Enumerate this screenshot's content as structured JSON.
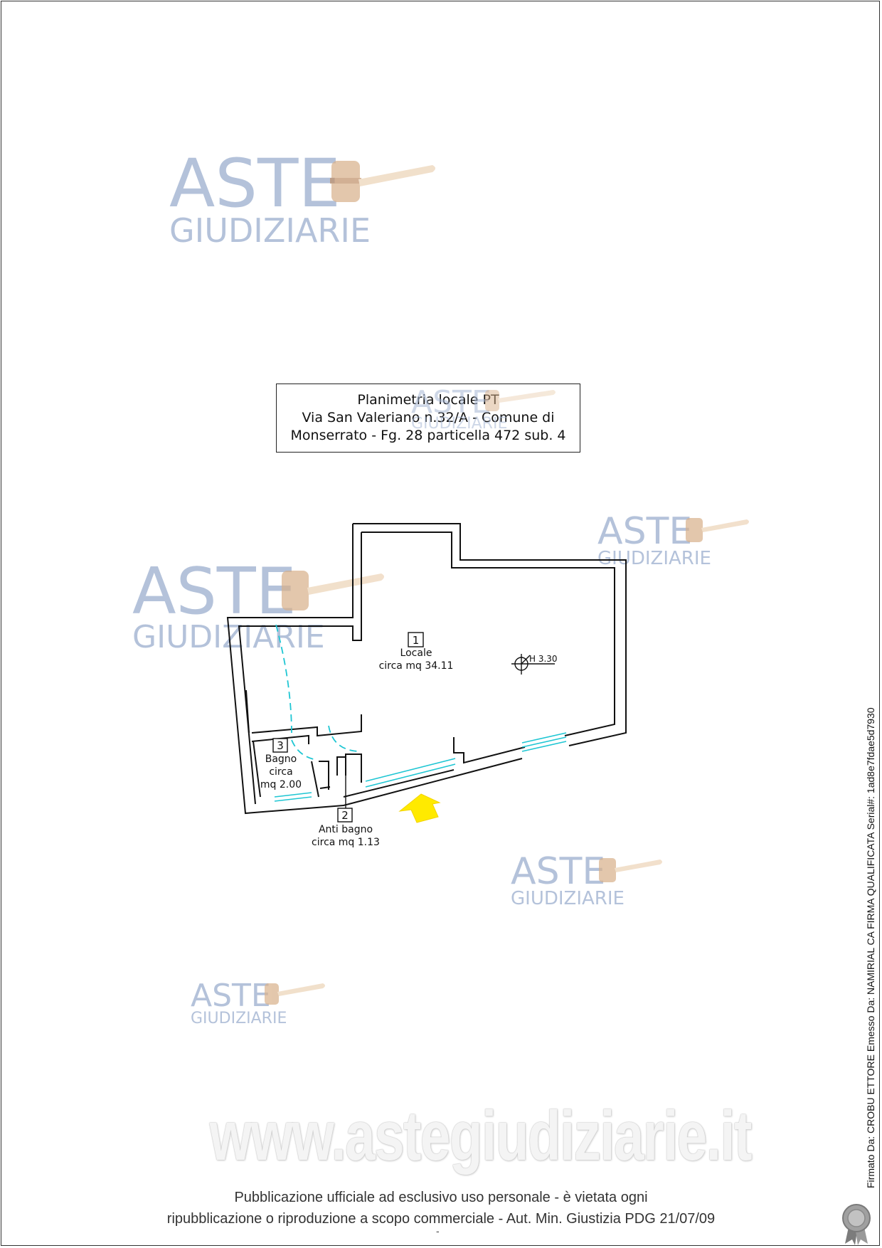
{
  "watermark": {
    "line1": "ASTE",
    "line2": "GIUDIZIARIE",
    "logo": "gavel-icon"
  },
  "title_box": {
    "line1": "Planimetria locale PT",
    "line2": "Via San Valeriano n.32/A - Comune di",
    "line3": "Monserrato - Fg. 28 particella 472 sub. 4"
  },
  "rooms": [
    {
      "number": "1",
      "name": "Locale",
      "area": "circa mq 34.11"
    },
    {
      "number": "2",
      "name": "Anti bagno",
      "area": "circa mq 1.13"
    },
    {
      "number": "3",
      "name": "Bagno",
      "name2": "circa",
      "area": "mq 2.00"
    }
  ],
  "height_marker": "H 3.30",
  "entrance_arrow": {
    "icon": "entrance-arrow-icon",
    "color": "#ffea00"
  },
  "colors": {
    "walls": "#111111",
    "doors_windows": "#1fc6d3",
    "watermark": "#9fb3d1"
  },
  "site_url": "www.astegiudiziarie.it",
  "footer": {
    "line1": "Pubblicazione ufficiale ad esclusivo uso personale - è vietata ogni",
    "line2": "ripubblicazione o riproduzione a scopo commerciale - Aut. Min. Giustizia PDG 21/07/09",
    "dash": "-"
  },
  "signature": "Firmato Da: CROBU ETTORE Emesso Da: NAMIRIAL CA FIRMA QUALIFICATA Serial#: 1ad8e7fdae5d7930",
  "seal_icon": "certification-seal-icon"
}
